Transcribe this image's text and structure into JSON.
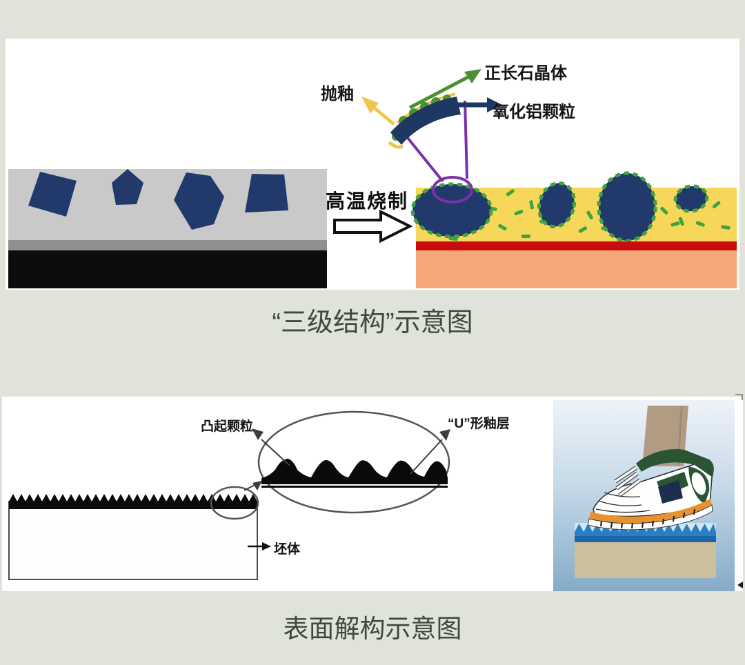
{
  "page": {
    "background_color": "#e0e3da"
  },
  "figure_top": {
    "caption": "“三级结构”示意图",
    "process_label": "高温烧制",
    "callouts": {
      "polished_glaze": "抛釉",
      "orthoclase_crystal": "正长石晶体",
      "alumina_particle": "氧化铝颗粒"
    },
    "colors": {
      "unfired_body_gray": "#c9c9c9",
      "unfired_interlayer_gray": "#8f8f8f",
      "unfired_base_black": "#0d0d0d",
      "particle_navy": "#21396b",
      "glaze_yellow": "#f7d759",
      "interface_red": "#c90d0d",
      "fired_body_salmon": "#f4a877",
      "crystal_green": "#3fa33f",
      "magnifier_purple": "#7b2fa9",
      "arrow_yellow": "#f0c64a",
      "arrow_green": "#4c8f35",
      "arrow_navy": "#1e3864"
    }
  },
  "figure_bottom": {
    "caption": "表面解构示意图",
    "callouts": {
      "raised_particle": "凸起颗粒",
      "u_shaped_glaze": "“U”形釉层",
      "green_body": "坯体"
    },
    "colors": {
      "line_dark": "#3c3c3c",
      "serration_black": "#0a0a0a",
      "water_blue": "#2a7fc0",
      "water_blue_dark": "#1b66ab",
      "water_light": "#cfe7f5",
      "ground_tan": "#cbbf9e",
      "shoe_green": "#2b5434",
      "sole_orange": "#e8922e",
      "skin_tan": "#b19b82",
      "patch_navy": "#1c2e4d"
    }
  }
}
